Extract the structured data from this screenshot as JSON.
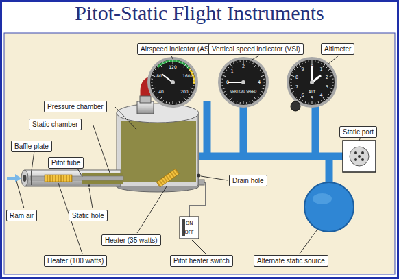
{
  "diagram": {
    "title": "Pitot-Static Flight Instruments",
    "nodes": [
      {
        "text": [
          "Airspeed indicator (ASI)"
        ]
      },
      {
        "text": [
          "Vertical speed indicator (VSI)"
        ]
      },
      {
        "text": [
          "Altimeter"
        ]
      },
      {
        "text": [
          "Pressure chamber"
        ]
      },
      {
        "text": [
          "Static chamber"
        ]
      },
      {
        "text": [
          "Baffle plate"
        ]
      },
      {
        "text": [
          "Pitot tube"
        ]
      },
      {
        "text": [
          "Static port"
        ]
      },
      {
        "text": [
          "Drain hole"
        ]
      },
      {
        "text": [
          "Ram air"
        ]
      },
      {
        "text": [
          "Static hole"
        ]
      },
      {
        "text": [
          "Heater (35 watts)"
        ]
      },
      {
        "text": [
          "Heater (100 watts)"
        ]
      },
      {
        "text": [
          "Pitot heater switch"
        ]
      },
      {
        "text": [
          "Alternate static source"
        ]
      }
    ],
    "labels": [
      "ON",
      "OFF",
      "ALT",
      "0",
      "1",
      "2",
      "3",
      "4",
      "5",
      "6",
      "7",
      "8",
      "9",
      "0",
      "1",
      "2",
      "4",
      "VERTICAL SPEED",
      "40",
      "80",
      "120",
      "160",
      "200"
    ]
  }
}
